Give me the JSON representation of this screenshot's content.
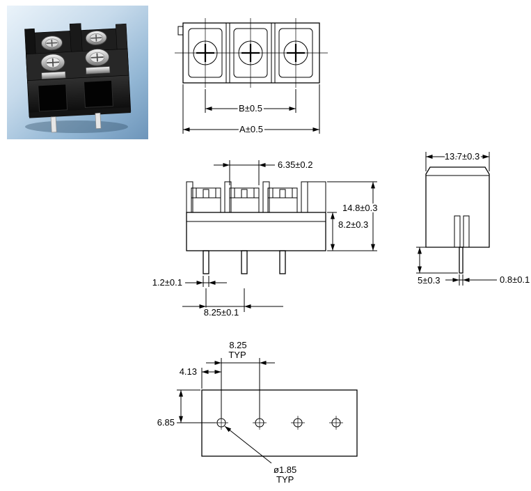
{
  "photo": {
    "description": "2-pole black screw terminal block on blue gradient background",
    "bg_top_color": "#eaf3fa",
    "bg_bottom_color": "#6d95ba"
  },
  "views": {
    "top": {
      "dim_b": "B±0.5",
      "dim_a": "A±0.5"
    },
    "front": {
      "dim_clamp_width": "6.35±0.2",
      "dim_total_height": "14.8±0.3",
      "dim_body_height": "8.2±0.3",
      "dim_pin_width": "1.2±0.1",
      "dim_pin_pitch": "8.25±0.1"
    },
    "side": {
      "dim_depth": "13.7±0.3",
      "dim_pin_length": "5±0.3",
      "dim_pin_thickness": "0.8±0.1"
    },
    "pcb": {
      "dim_hole_pitch": "8.25",
      "dim_hole_pitch_qual": "TYP",
      "dim_edge_offset": "4.13",
      "dim_row_offset": "6.85",
      "dim_hole_diameter": "ø1.85",
      "dim_hole_diameter_qual": "TYP"
    }
  },
  "colors": {
    "line": "#000000",
    "background": "#ffffff"
  }
}
